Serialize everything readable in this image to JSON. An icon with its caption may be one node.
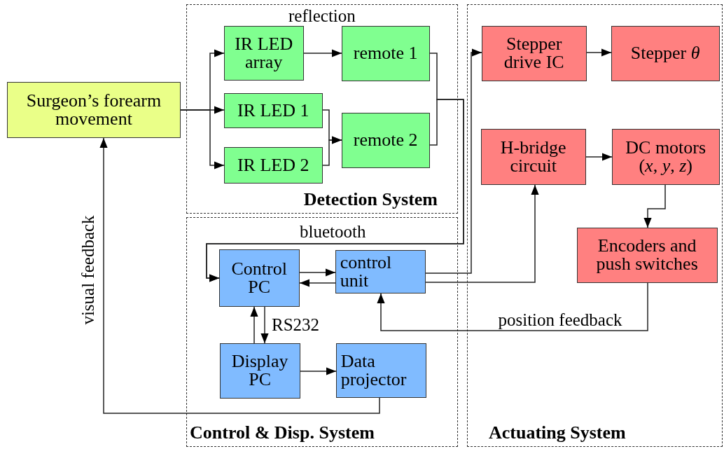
{
  "diagram": {
    "nodes": [
      {
        "text": [
          "Detection System"
        ]
      },
      {
        "text": [
          "Control & Disp. System"
        ]
      },
      {
        "text": [
          "Actuating System"
        ]
      },
      {
        "text": [
          "Surgeon’s forearm movement"
        ]
      },
      {
        "text": [
          "IR LED array"
        ],
        "in": 0
      },
      {
        "text": [
          "remote 1"
        ],
        "in": 0
      },
      {
        "text": [
          "IR LED 1"
        ],
        "in": 0
      },
      {
        "text": [
          "remote 2"
        ],
        "in": 0
      },
      {
        "text": [
          "IR LED 2"
        ],
        "in": 0
      },
      {
        "text": [
          "Control PC"
        ],
        "in": 1
      },
      {
        "text": [
          "control unit"
        ],
        "in": 1
      },
      {
        "text": [
          "Display PC"
        ],
        "in": 1
      },
      {
        "text": [
          "Data projector"
        ],
        "in": 1
      },
      {
        "text": [
          "Stepper drive IC"
        ],
        "in": 2
      },
      {
        "text": [
          "Stepper *θ*"
        ],
        "in": 2
      },
      {
        "text": [
          "H-bridge circuit"
        ],
        "in": 2
      },
      {
        "text": [
          "DC motors (*x*, *y*, *z*)"
        ],
        "in": 2
      },
      {
        "text": [
          "Encoders and push switches"
        ],
        "in": 2
      }
    ],
    "edges": [
      {
        "from": 3,
        "to": 4,
        "arrow": "to"
      },
      {
        "from": 3,
        "to": 6,
        "arrow": "to"
      },
      {
        "from": 3,
        "to": 8,
        "arrow": "to"
      },
      {
        "from": 4,
        "to": 5,
        "arrow": "to"
      },
      {
        "from": 6,
        "to": 7,
        "arrow": "to"
      },
      {
        "from": 8,
        "to": 7,
        "arrow": "to"
      },
      {
        "from": 5,
        "to": 9,
        "arrow": "to",
        "label": "bluetooth"
      },
      {
        "from": 7,
        "to": 9,
        "arrow": "to"
      },
      {
        "from": 9,
        "to": 10,
        "arrow": "to"
      },
      {
        "from": 10,
        "to": 9,
        "arrow": "to"
      },
      {
        "from": 9,
        "to": 11,
        "arrow": "to",
        "label": "RS232"
      },
      {
        "from": 11,
        "to": 9,
        "arrow": "to"
      },
      {
        "from": 11,
        "to": 12,
        "arrow": "to"
      },
      {
        "from": 12,
        "to": 3,
        "arrow": "to",
        "label": "visual feedback"
      },
      {
        "from": 10,
        "to": 13,
        "arrow": "to"
      },
      {
        "from": 10,
        "to": 15,
        "arrow": "to"
      },
      {
        "from": 13,
        "to": 14,
        "arrow": "to"
      },
      {
        "from": 15,
        "to": 16,
        "arrow": "to"
      },
      {
        "from": 16,
        "to": 17,
        "arrow": "to"
      },
      {
        "from": 17,
        "to": 10,
        "arrow": "to",
        "label": "position feedback"
      }
    ],
    "labels": [
      "reflection"
    ]
  }
}
